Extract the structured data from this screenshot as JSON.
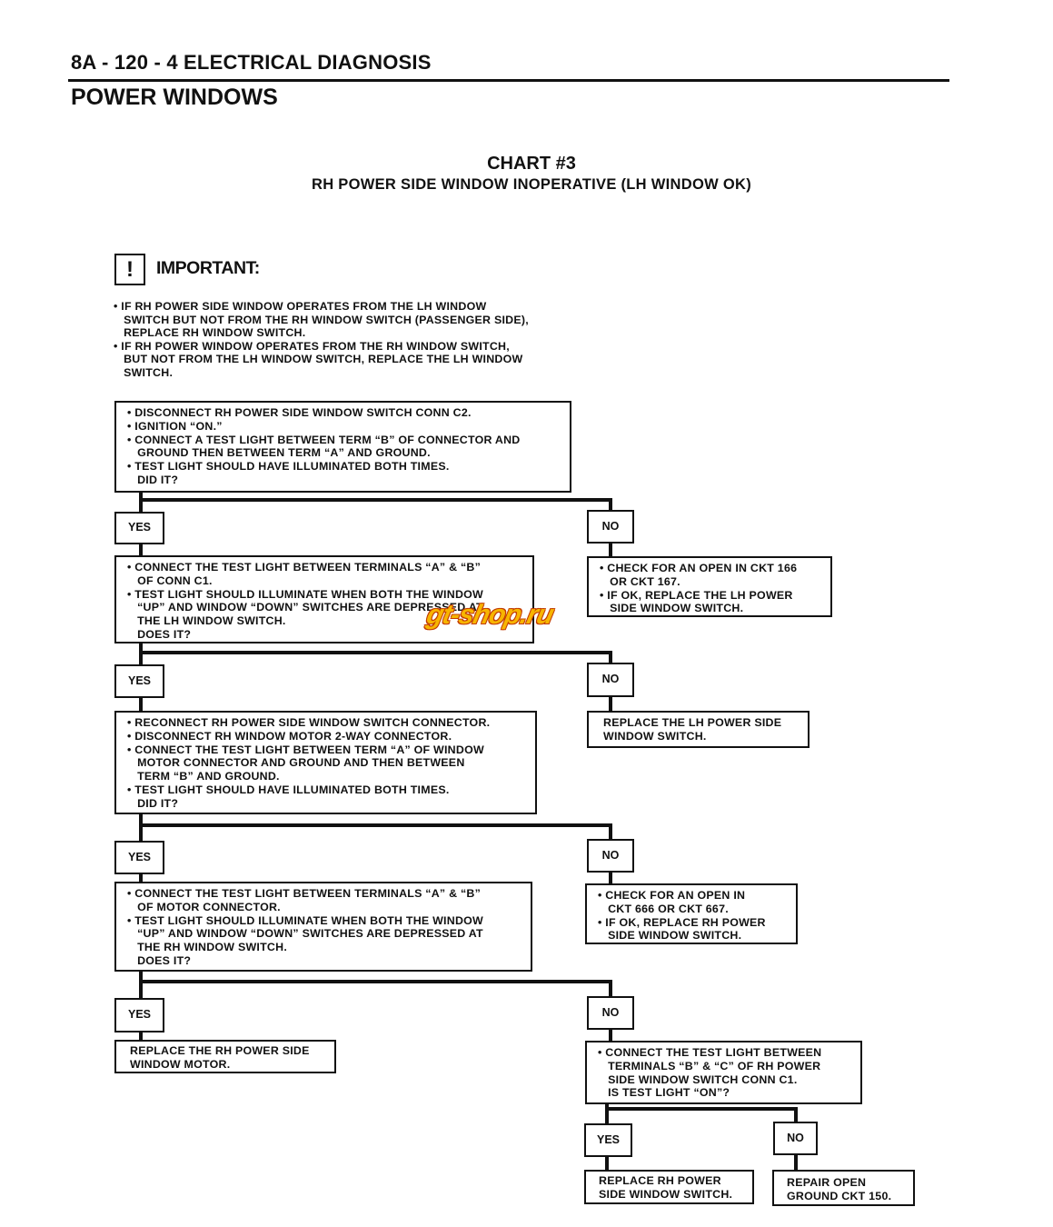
{
  "header": {
    "page_ref": "8A - 120 - 4   ELECTRICAL DIAGNOSIS",
    "section": "POWER WINDOWS"
  },
  "chart": {
    "title": "CHART #3",
    "subtitle": "RH POWER SIDE WINDOW INOPERATIVE (LH WINDOW OK)"
  },
  "important": {
    "icon": "exclamation-icon",
    "icon_glyph": "!",
    "label": "IMPORTANT:",
    "lines": [
      "• IF RH POWER SIDE WINDOW OPERATES FROM THE LH WINDOW",
      "   SWITCH BUT NOT FROM THE RH WINDOW SWITCH (PASSENGER SIDE),",
      "   REPLACE RH WINDOW SWITCH.",
      "• IF RH POWER WINDOW OPERATES FROM THE RH WINDOW SWITCH,",
      "   BUT NOT FROM THE LH WINDOW SWITCH, REPLACE THE LH WINDOW",
      "   SWITCH."
    ]
  },
  "labels": {
    "yes": "YES",
    "no": "NO"
  },
  "flow": {
    "step1": {
      "lines": [
        "• DISCONNECT RH POWER SIDE WINDOW SWITCH CONN C2.",
        "• IGNITION “ON.”",
        "• CONNECT A TEST LIGHT BETWEEN TERM “B” OF CONNECTOR AND",
        "   GROUND THEN BETWEEN TERM “A” AND GROUND.",
        "• TEST LIGHT SHOULD HAVE ILLUMINATED BOTH TIMES.",
        "   DID IT?"
      ]
    },
    "no1": {
      "lines": [
        "• CHECK FOR AN OPEN IN CKT 166",
        "   OR CKT 167.",
        "• IF OK, REPLACE THE LH POWER",
        "   SIDE WINDOW SWITCH."
      ]
    },
    "step2": {
      "lines": [
        "• CONNECT THE TEST LIGHT BETWEEN TERMINALS “A” & “B”",
        "   OF CONN C1.",
        "• TEST LIGHT SHOULD ILLUMINATE WHEN BOTH THE WINDOW",
        "   “UP” AND WINDOW “DOWN” SWITCHES ARE DEPRESSED AT",
        "   THE LH WINDOW SWITCH.",
        "   DOES IT?"
      ]
    },
    "no2": {
      "lines": [
        "REPLACE THE LH POWER SIDE",
        "WINDOW SWITCH."
      ]
    },
    "step3": {
      "lines": [
        "• RECONNECT RH POWER SIDE WINDOW SWITCH CONNECTOR.",
        "• DISCONNECT RH WINDOW MOTOR 2-WAY CONNECTOR.",
        "• CONNECT THE TEST LIGHT BETWEEN TERM “A” OF WINDOW",
        "   MOTOR CONNECTOR AND GROUND AND THEN BETWEEN",
        "   TERM “B” AND GROUND.",
        "• TEST LIGHT SHOULD HAVE ILLUMINATED BOTH TIMES.",
        "   DID IT?"
      ]
    },
    "no3": {
      "lines": [
        "• CHECK FOR AN OPEN IN",
        "   CKT 666 OR CKT 667.",
        "• IF OK, REPLACE RH POWER",
        "   SIDE WINDOW SWITCH."
      ]
    },
    "step4": {
      "lines": [
        "• CONNECT THE TEST LIGHT BETWEEN TERMINALS “A” & “B”",
        "   OF MOTOR CONNECTOR.",
        "• TEST LIGHT SHOULD ILLUMINATE WHEN BOTH THE WINDOW",
        "   “UP” AND WINDOW “DOWN” SWITCHES ARE DEPRESSED AT",
        "   THE RH WINDOW SWITCH.",
        "   DOES IT?"
      ]
    },
    "yes4": {
      "lines": [
        "REPLACE THE RH POWER SIDE",
        "WINDOW MOTOR."
      ]
    },
    "no4": {
      "lines": [
        "• CONNECT THE TEST LIGHT BETWEEN",
        "   TERMINALS “B” & “C” OF RH POWER",
        "   SIDE WINDOW SWITCH CONN C1.",
        "   IS TEST LIGHT “ON”?"
      ]
    },
    "yes5": {
      "lines": [
        "REPLACE RH POWER",
        "SIDE WINDOW SWITCH."
      ]
    },
    "no5": {
      "lines": [
        "REPAIR OPEN",
        "GROUND CKT 150."
      ]
    }
  },
  "watermark": "gt-shop.ru"
}
